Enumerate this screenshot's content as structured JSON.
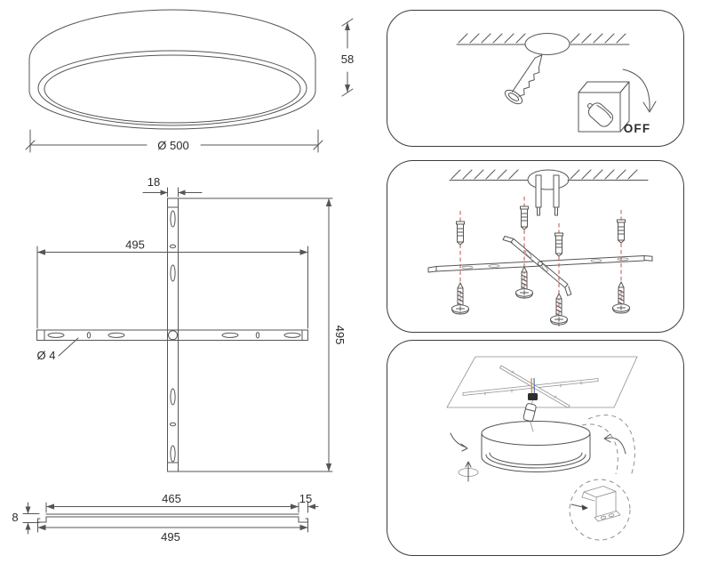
{
  "drawings": {
    "lamp_front_view": {
      "diameter_label": "Ø 500",
      "height_label": "58"
    },
    "bracket_plan_view": {
      "bar_width_label": "18",
      "width_label": "495",
      "height_label": "495",
      "hole_label": "Ø 4"
    },
    "bracket_profile_view": {
      "inner_length_label": "465",
      "end_length_label": "15",
      "thickness_label": "8",
      "total_length_label": "495"
    }
  },
  "installation_steps": {
    "step1": {
      "switch_label": "OFF",
      "icons": [
        "ceiling-hatch",
        "mounting-hole",
        "screw-icon",
        "power-switch-icon",
        "arrow-down-icon"
      ]
    },
    "step2": {
      "icons": [
        "ceiling-hatch",
        "mounting-hole",
        "supply-wires",
        "mounting-cross",
        "wall-anchor-icon",
        "screw-icon"
      ]
    },
    "step3": {
      "icons": [
        "ceiling-plane",
        "mounting-cross",
        "wire-connector-icon",
        "plug-connector-icon",
        "lamp-icon",
        "rotation-arrow-icon",
        "spring-clip-icon",
        "detail-circle"
      ]
    }
  },
  "colors": {
    "line": "#555555",
    "line_light": "#8f8f8f",
    "text": "#2b2b2b",
    "accent_red": "#c0504d",
    "wire_orange": "#d9883b",
    "wire_blue": "#5b79c1",
    "panel_border": "#3c3c3c"
  }
}
